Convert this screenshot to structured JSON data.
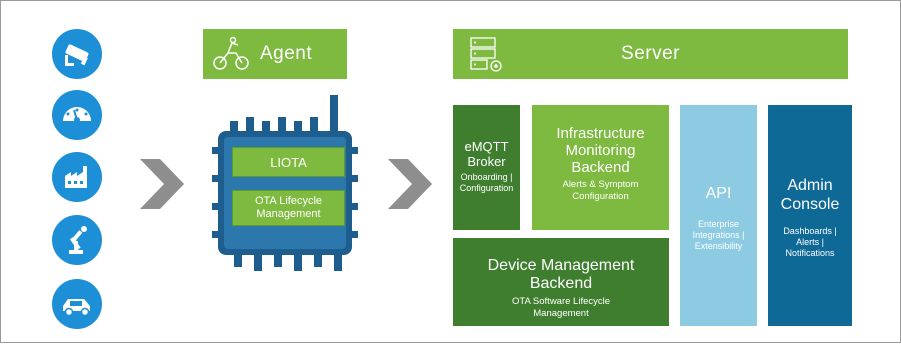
{
  "colors": {
    "device_blue": "#1d8fd6",
    "header_green": "#7dba3f",
    "dark_green": "#3f7e2e",
    "light_green": "#7dba3f",
    "sky_blue": "#8ccbe2",
    "navy_blue": "#0f6996",
    "chevron_gray": "#8e8e8e",
    "chip_blue": "#1e5e8e"
  },
  "devices": [
    {
      "icon": "security-camera-icon"
    },
    {
      "icon": "speedometer-icon"
    },
    {
      "icon": "factory-icon"
    },
    {
      "icon": "robot-arm-icon"
    },
    {
      "icon": "connected-car-icon"
    }
  ],
  "agent": {
    "title": "Agent",
    "icon": "agent-motorcycle-icon"
  },
  "server": {
    "title": "Server",
    "icon": "server-rack-icon"
  },
  "chip": {
    "liota": "LIOTA",
    "ota": "OTA Lifecycle\nManagement"
  },
  "blocks": {
    "emqtt": {
      "title": "eMQTT\nBroker",
      "subtitle": "Onboarding |\nConfiguration"
    },
    "infra": {
      "title": "Infrastructure\nMonitoring\nBackend",
      "subtitle": "Alerts & Symptom\nConfiguration"
    },
    "api": {
      "title": "API",
      "subtitle": "Enterprise\nIntegrations |\nExtensibility"
    },
    "admin": {
      "title": "Admin\nConsole",
      "subtitle": "Dashboards |\nAlerts |\nNotifications"
    },
    "device_mgmt": {
      "title": "Device Management\nBackend",
      "subtitle": "OTA Software Lifecycle\nManagement"
    }
  }
}
